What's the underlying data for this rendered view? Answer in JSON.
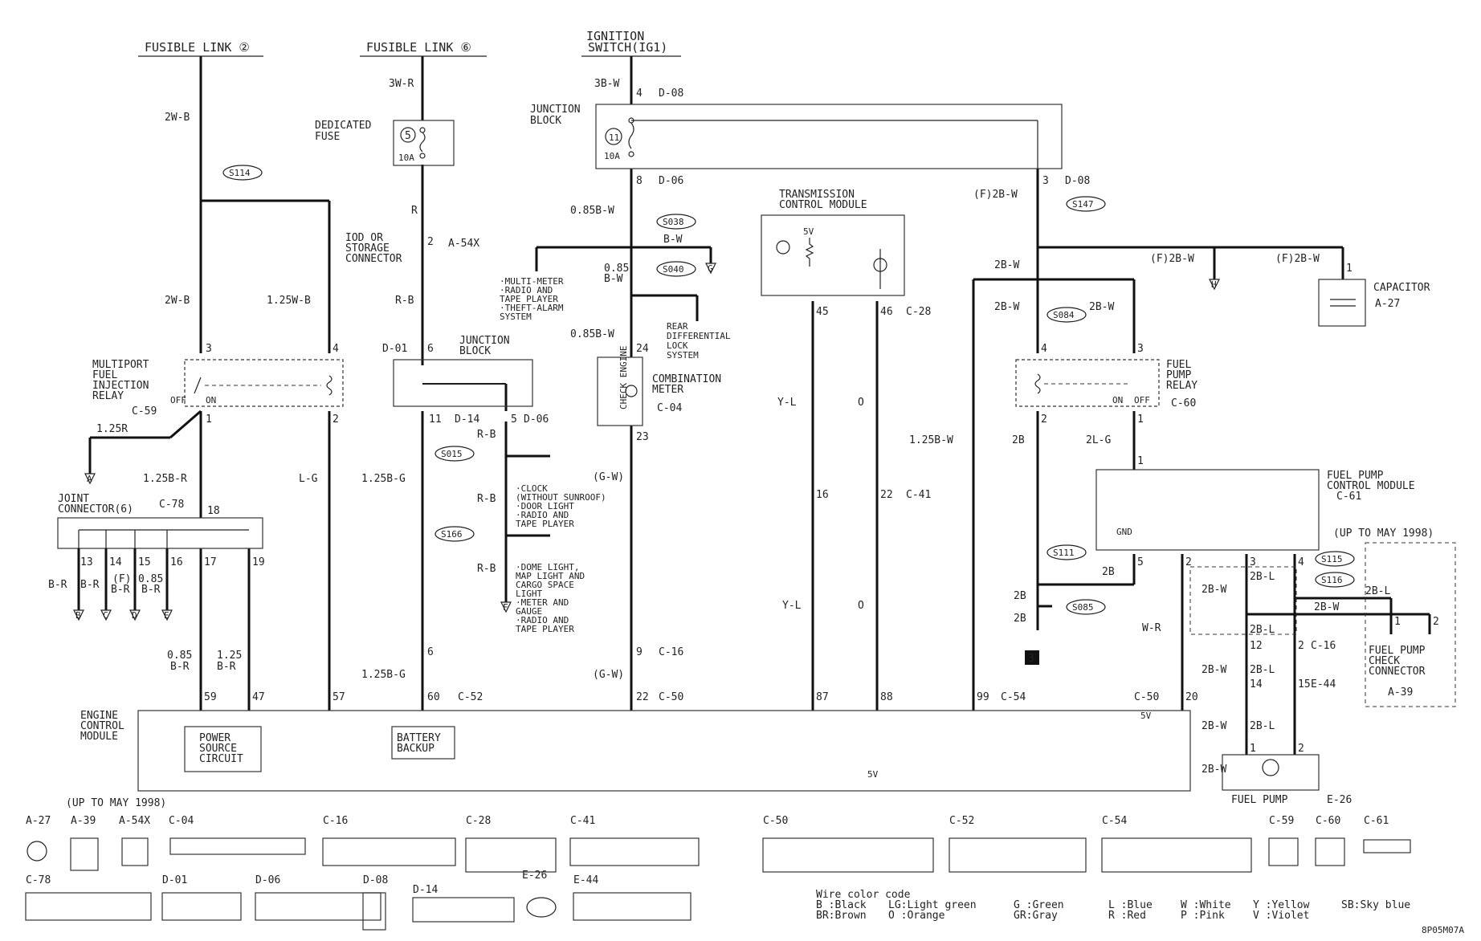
{
  "sources": {
    "fusible_link_2": "FUSIBLE LINK ②",
    "fusible_link_6": "FUSIBLE LINK ⑥",
    "ignition_switch": "IGNITION SWITCH(IG1)"
  },
  "components": {
    "dedicated_fuse": "DEDICATED FUSE",
    "fuse_5": "5",
    "fuse_5_rating": "10A",
    "fuse_11": "11",
    "fuse_11_rating": "10A",
    "junction_block_top": "JUNCTION BLOCK",
    "junction_block_mid": "JUNCTION BLOCK",
    "iod_connector": "IOD OR STORAGE CONNECTOR",
    "mfi_relay": "MULTIPORT FUEL INJECTION RELAY",
    "relay_off": "OFF",
    "relay_on": "ON",
    "joint_connector": "JOINT CONNECTOR(6)",
    "tcm": "TRANSMISSION CONTROL MODULE",
    "tcm_5v": "5V",
    "combination_meter": "COMBINATION METER",
    "check_engine": "CHECK ENGINE",
    "rear_diff": "REAR DIFFERENTIAL LOCK SYSTEM",
    "fuel_pump_relay": "FUEL PUMP RELAY",
    "fp_relay_on": "ON",
    "fp_relay_off": "OFF",
    "capacitor": "CAPACITOR",
    "fpcm": "FUEL PUMP CONTROL MODULE",
    "fpcm_gnd": "GND",
    "up_to_may": "(UP TO MAY 1998)",
    "fp_check": "FUEL PUMP CHECK CONNECTOR",
    "fuel_pump": "FUEL PUMP",
    "ecm": "ENGINE CONTROL MODULE",
    "power_source": "POWER SOURCE CIRCUIT",
    "battery_backup": "BATTERY BACKUP",
    "ecm_5v_a": "5V",
    "ecm_5v_b": "5V",
    "ground_num": "3"
  },
  "branch_lists": {
    "s038": [
      "·MULTI-METER",
      "·RADIO AND",
      " TAPE PLAYER",
      "·THEFT-ALARM",
      " SYSTEM"
    ],
    "s015": [
      "·CLOCK",
      " (WITHOUT SUNROOF)",
      "·DOOR LIGHT",
      "·RADIO AND",
      " TAPE PLAYER"
    ],
    "s166": [
      "·DOME LIGHT,",
      " MAP LIGHT AND",
      " CARGO SPACE",
      " LIGHT",
      "·METER AND",
      " GAUGE",
      "·RADIO AND",
      " TAPE PLAYER"
    ]
  },
  "splices": [
    "S114",
    "S038",
    "S040",
    "S015",
    "S166",
    "S147",
    "S084",
    "S111",
    "S085",
    "S115",
    "S116"
  ],
  "connectors": {
    "d08_a": "D-08",
    "d06_a": "D-06",
    "d08_b": "D-08",
    "a54x": "A-54X",
    "d01": "D-01",
    "d14": "D-14",
    "d06_b": "D-06",
    "c04": "C-04",
    "c59": "C-59",
    "c78": "C-78",
    "c28": "C-28",
    "c41": "C-41",
    "c60": "C-60",
    "a27": "A-27",
    "c61": "C-61",
    "c16_a": "C-16",
    "c16_b": "C-16",
    "c52": "C-52",
    "c50_a": "C-50",
    "c50_b": "C-50",
    "c54": "C-54",
    "e44": "E-44",
    "a39": "A-39",
    "e26": "E-26"
  },
  "wire_labels": [
    "2W-B",
    "3W-R",
    "3B-W",
    "2W-B",
    "1.25W-B",
    "R",
    "R-B",
    "0.85B-W",
    "B-W",
    "0.85",
    "B-W",
    "0.85B-W",
    "1.25R",
    "1.25B-R",
    "L-G",
    "1.25B-G",
    "R-B",
    "R-B",
    "R-B",
    "(G-W)",
    "Y-L",
    "O",
    "Y-L",
    "O",
    "(F)2B-W",
    "2B-W",
    "2B-W",
    "2B-W",
    "(F)2B-W",
    "(F)2B-W",
    "1.25B-W",
    "2B",
    "2L-G",
    "2B",
    "2B",
    "2B",
    "B-R",
    "B-R",
    "(F)",
    "B-R",
    "0.85",
    "B-R",
    "0.85",
    "B-R",
    "1.25",
    "B-R",
    "1.25B-G",
    "(G-W)",
    "W-R",
    "2B-W",
    "2B-L",
    "2B-W",
    "2B-L",
    "2B-W",
    "2B-L",
    "2B-W",
    "2B-L",
    "2B-L",
    "2B-W"
  ],
  "pin_numbers": [
    "4",
    "8",
    "3",
    "2",
    "3",
    "4",
    "1",
    "2",
    "6",
    "11",
    "5",
    "24",
    "23",
    "18",
    "13",
    "14",
    "15",
    "16",
    "17",
    "19",
    "45",
    "46",
    "16",
    "22",
    "4",
    "3",
    "2",
    "1",
    "1",
    "5",
    "2",
    "3",
    "4",
    "1",
    "2",
    "9",
    "6",
    "12",
    "2",
    "14",
    "15",
    "59",
    "47",
    "57",
    "60",
    "22",
    "87",
    "88",
    "99",
    "20",
    "1",
    "2",
    "1"
  ],
  "legend_connectors": {
    "row1": [
      "A-27",
      "A-39",
      "A-54X",
      "C-04",
      "C-16",
      "C-28",
      "C-41",
      "C-50",
      "C-52",
      "C-54",
      "C-59",
      "C-60",
      "C-61"
    ],
    "row2": [
      "C-78",
      "D-01",
      "D-06",
      "D-08",
      "D-14",
      "E-26",
      "E-44"
    ],
    "up_to_may": "(UP TO MAY 1998)"
  },
  "wire_color_code": {
    "title": "Wire color code",
    "entries": [
      "B :Black",
      "LG:Light green",
      "G :Green",
      "L :Blue",
      "W :White",
      "Y :Yellow",
      "SB:Sky blue",
      "BR:Brown",
      "O :Orange",
      "GR:Gray",
      "R :Red",
      "P :Pink",
      "V :Violet"
    ]
  },
  "figure_code": "8P05M07A",
  "offpage": [
    "A",
    "A",
    "B",
    "C",
    "D",
    "E",
    "F",
    "G",
    "H"
  ],
  "colors": {
    "wire": "#111111",
    "background": "#ffffff"
  }
}
